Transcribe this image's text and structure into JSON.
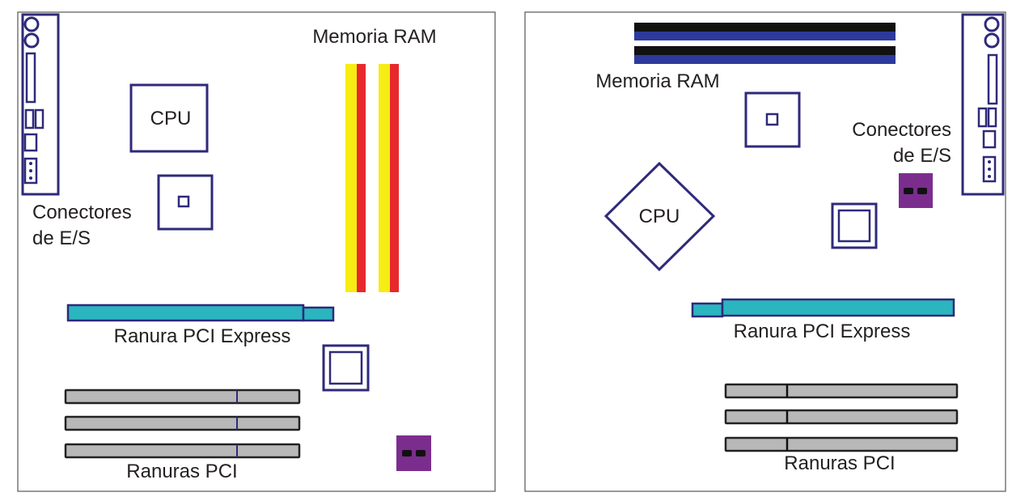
{
  "panels": [
    {
      "labels": {
        "ram": "Memoria RAM",
        "cpu": "CPU",
        "io_line1": "Conectores",
        "io_line2": "de E/S",
        "pcie": "Ranura PCI Express",
        "pci": "Ranuras PCI"
      }
    },
    {
      "labels": {
        "ram": "Memoria RAM",
        "cpu": "CPU",
        "io_line1": "Conectores",
        "io_line2": "de E/S",
        "pcie": "Ranura PCI Express",
        "pci": "Ranuras PCI"
      }
    }
  ],
  "colors": {
    "outline": "#2e2a7a",
    "ram_yellow": "#f7ec13",
    "ram_red": "#e8282b",
    "ram_blue": "#2d3a9c",
    "ram_black": "#111111",
    "pcie": "#2bb5bf",
    "pci": "#b8b8b8",
    "power_connector": "#7b2d8e"
  }
}
